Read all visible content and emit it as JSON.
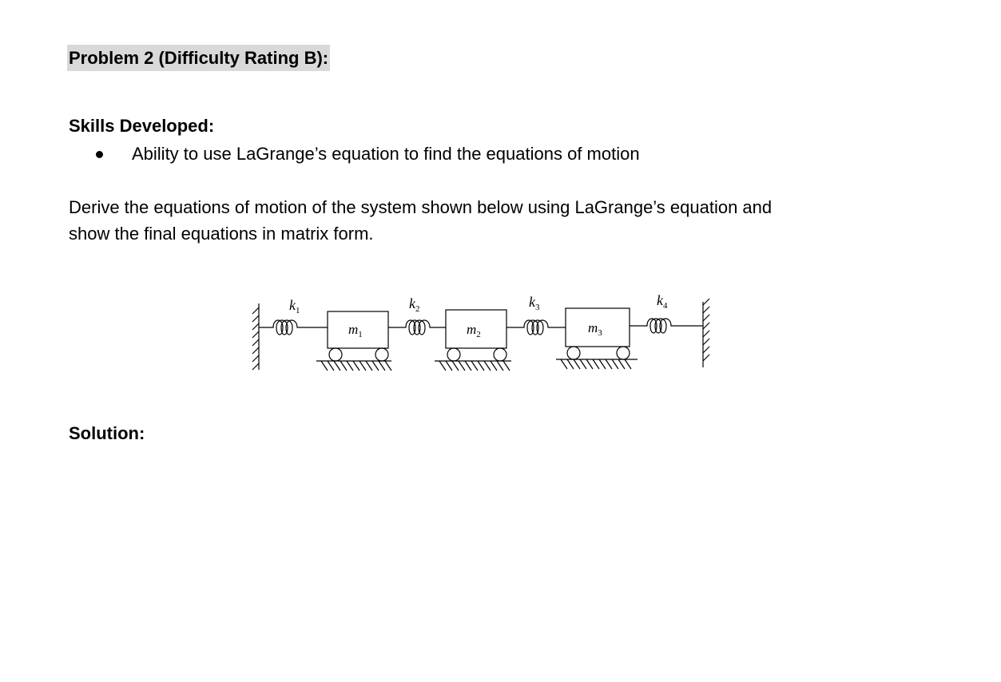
{
  "header": {
    "title": "Problem 2 (Difficulty Rating B):"
  },
  "skills": {
    "heading": "Skills Developed:",
    "items": [
      "Ability to use LaGrange’s equation to find the equations of motion"
    ]
  },
  "prompt": {
    "line1": "Derive the equations of motion of the system shown below using LaGrange’s equation and",
    "line2": "show the final equations in matrix form."
  },
  "figure": {
    "springs": [
      {
        "sym": "k",
        "sub": "1"
      },
      {
        "sym": "k",
        "sub": "2"
      },
      {
        "sym": "k",
        "sub": "3"
      },
      {
        "sym": "k",
        "sub": "4"
      }
    ],
    "masses": [
      {
        "sym": "m",
        "sub": "1"
      },
      {
        "sym": "m",
        "sub": "2"
      },
      {
        "sym": "m",
        "sub": "3"
      }
    ]
  },
  "solution": {
    "heading": "Solution:"
  }
}
